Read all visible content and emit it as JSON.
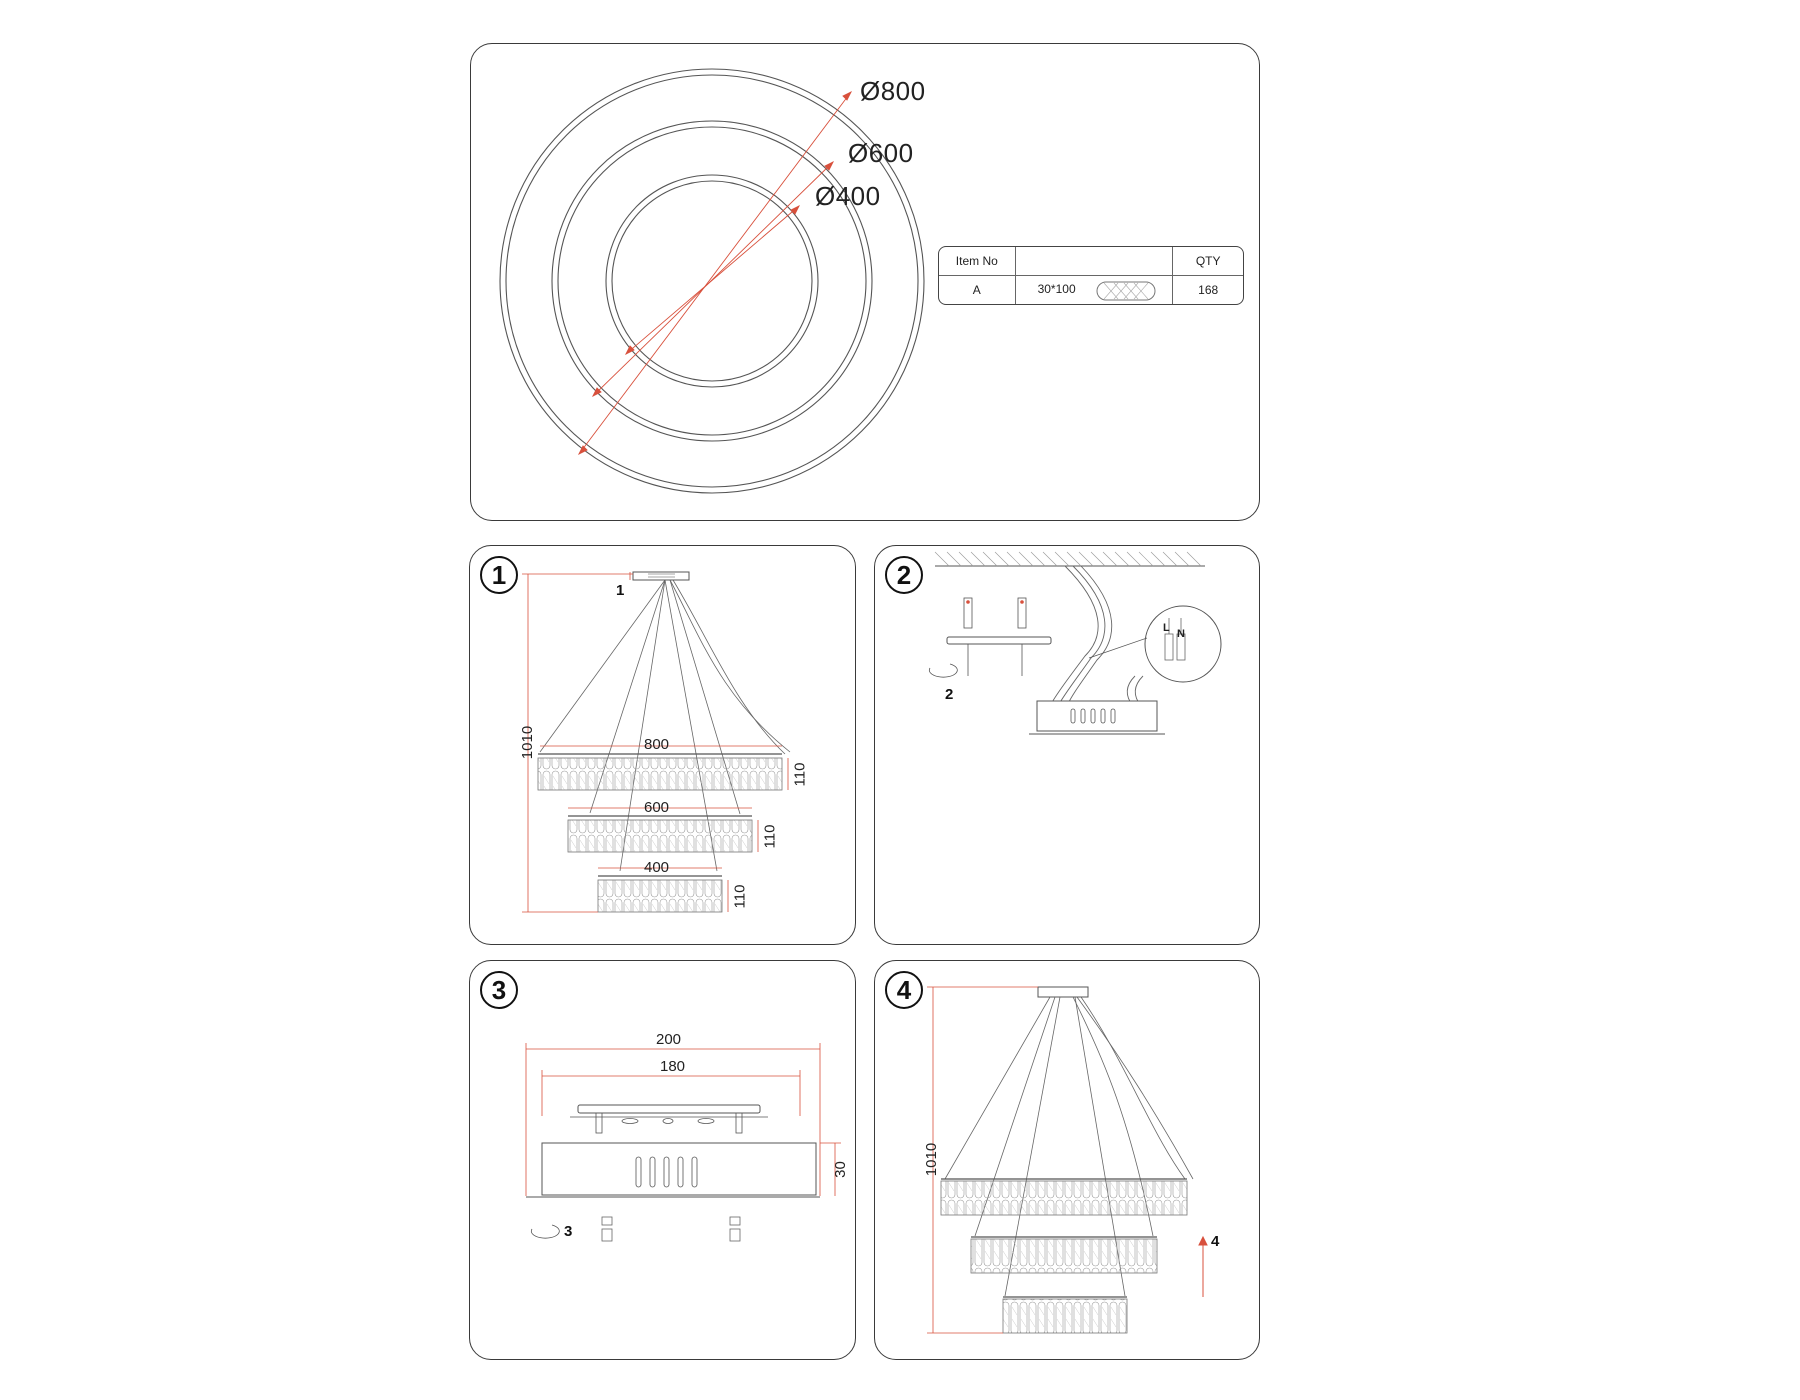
{
  "overview": {
    "diameters": [
      {
        "label": "Ø800",
        "mm": 800
      },
      {
        "label": "Ø600",
        "mm": 600
      },
      {
        "label": "Ø400",
        "mm": 400
      }
    ],
    "parts_table": {
      "headers": [
        "Item No",
        "",
        "QTY"
      ],
      "rows": [
        {
          "item": "A",
          "size": "30*100",
          "qty": "168"
        }
      ]
    }
  },
  "steps": [
    {
      "number": "1",
      "labels": {
        "callout": "1",
        "height": "1010",
        "ring1": "800",
        "ring2": "600",
        "ring3": "400",
        "h1": "110",
        "h2": "110",
        "h3": "110"
      }
    },
    {
      "number": "2",
      "labels": {
        "callout": "2",
        "L": "L",
        "N": "N"
      }
    },
    {
      "number": "3",
      "labels": {
        "outer": "200",
        "inner": "180",
        "height": "30",
        "callout": "3"
      }
    },
    {
      "number": "4",
      "labels": {
        "height": "1010",
        "callout": "4"
      }
    }
  ],
  "colors": {
    "line": "#555555",
    "dimension": "#d8503c",
    "outline": "#3a3a3a"
  }
}
